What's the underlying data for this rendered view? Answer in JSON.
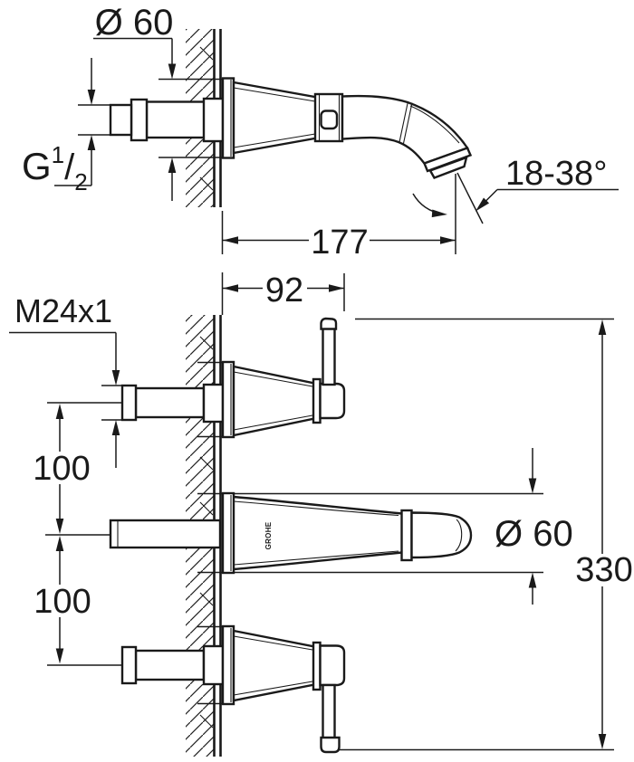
{
  "drawing": {
    "kind": "technical-dimension-drawing",
    "subject": "wall-mounted 3-hole basin mixer with spout and two handles",
    "line_color": "#1a1a1a",
    "background_color": "#ffffff"
  },
  "top_view": {
    "escutcheon_diameter": "Ø 60",
    "thread_prefix": "G",
    "thread_numerator": "1",
    "thread_slash": "/",
    "thread_denominator": "2",
    "spout_angle_range": "18-38°",
    "spout_projection": "177"
  },
  "front_view": {
    "projection": "92",
    "handle_thread": "M24x1",
    "upper_spacing": "100",
    "lower_spacing": "100",
    "escutcheon_diameter": "Ø 60",
    "overall_height": "330",
    "spout_logo": "GROHE"
  }
}
